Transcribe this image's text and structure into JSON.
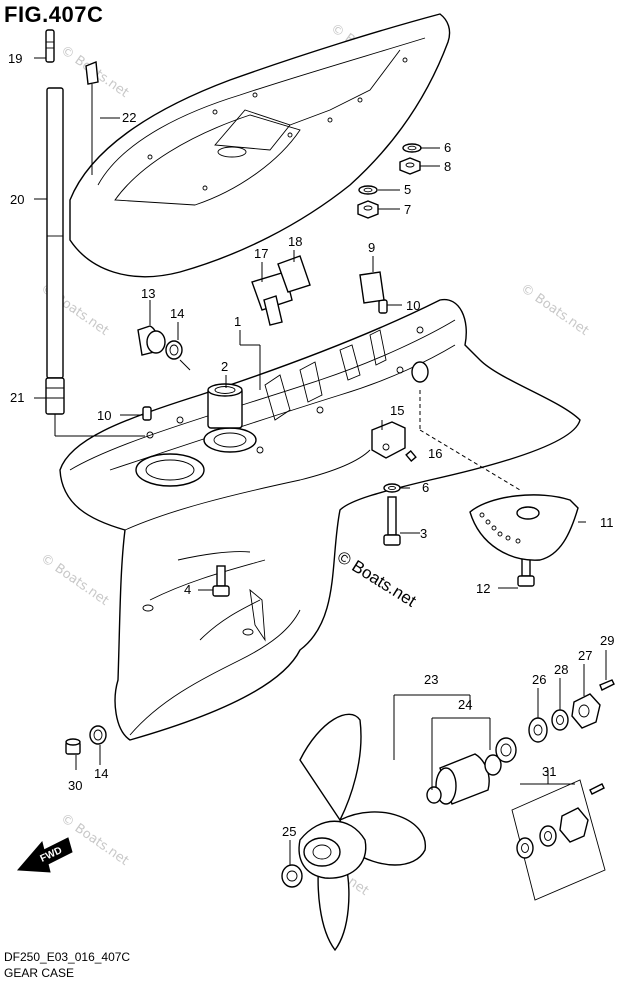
{
  "figure": {
    "title": "FIG.407C",
    "diagram_code": "DF250_E03_016_407C",
    "diagram_name": "GEAR CASE"
  },
  "watermarks": {
    "main": "© Boats.net",
    "faint": "© Boats.net"
  },
  "direction_arrow": {
    "label": "FWD",
    "icon": "forward-arrow-icon"
  },
  "callouts": {
    "c1": "1",
    "c2": "2",
    "c3": "3",
    "c4": "4",
    "c5": "5",
    "c6a": "6",
    "c6b": "6",
    "c7": "7",
    "c8": "8",
    "c9": "9",
    "c10a": "10",
    "c10b": "10",
    "c11": "11",
    "c12": "12",
    "c13": "13",
    "c14a": "14",
    "c14b": "14",
    "c15": "15",
    "c16": "16",
    "c17": "17",
    "c18": "18",
    "c19": "19",
    "c20": "20",
    "c21": "21",
    "c22": "22",
    "c23": "23",
    "c24": "24",
    "c25": "25",
    "c26": "26",
    "c27": "27",
    "c28": "28",
    "c29": "29",
    "c30": "30",
    "c31": "31"
  }
}
